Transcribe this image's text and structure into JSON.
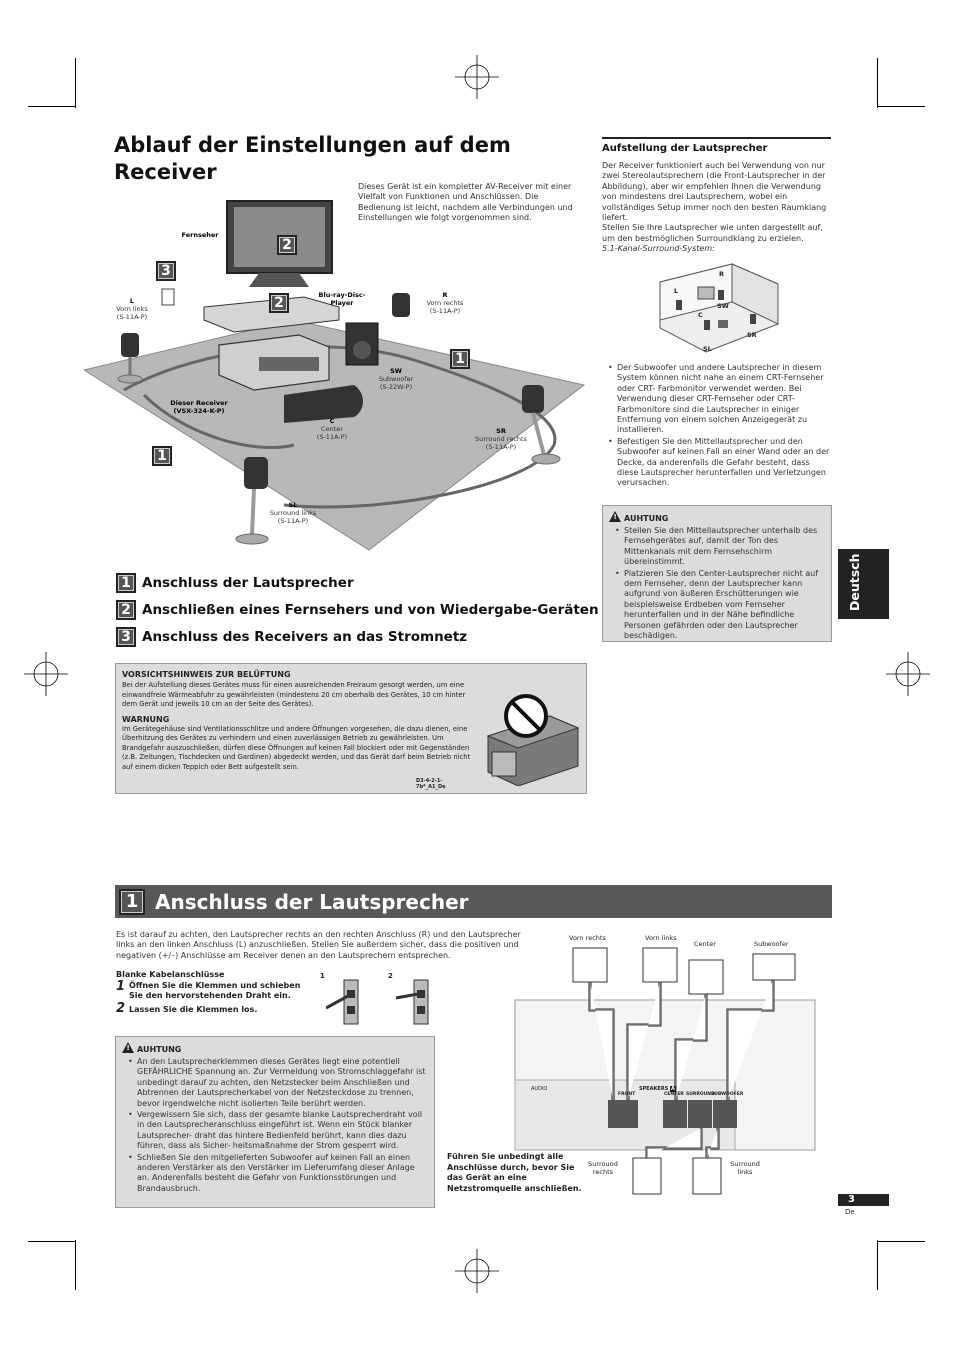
{
  "header": {
    "title_line1": "Ablauf der Einstellungen auf dem",
    "title_line2": "Receiver"
  },
  "intro": "Dieses Gerät ist ein kompletter AV-Receiver mit einer Vielfalt von Funktionen und Anschlüssen. Die Bedienung ist leicht, nachdem alle Verbindungen und Einstellungen wie folgt vorgenommen sind.",
  "diagram": {
    "badge_3": "3",
    "badge_2a": "2",
    "badge_2b": "2",
    "badge_1a": "1",
    "badge_1b": "1",
    "tv": "Fernseher",
    "bluray_line1": "Blu-ray-Disc-",
    "bluray_line2": "Player",
    "L_title": "L",
    "L_line1": "Vorn links",
    "L_line2": "(S-11A-P)",
    "R_title": "R",
    "R_line1": "Vorn rechts",
    "R_line2": "(S-11A-P)",
    "SW_title": "SW",
    "SW_line1": "Subwoofer",
    "SW_line2": "(S-22W-P)",
    "receiver_line1": "Dieser Receiver",
    "receiver_line2": "(VSX-324-K-P)",
    "C_title": "C",
    "C_line1": "Center",
    "C_line2": "(S-11A-P)",
    "SR_title": "SR",
    "SR_line1": "Surround rechts",
    "SR_line2": "(S-11A-P)",
    "SL_title": "SL",
    "SL_line1": "Surround links",
    "SL_line2": "(S-11A-P)"
  },
  "steps": [
    {
      "num": "1",
      "label": "Anschluss der Lautsprecher"
    },
    {
      "num": "2",
      "label": "Anschließen eines Fernsehers und von Wiedergabe-Geräten"
    },
    {
      "num": "3",
      "label": "Anschluss des Receivers an das Stromnetz"
    }
  ],
  "ventilation": {
    "heading": "VORSICHTSHINWEIS ZUR BELÜFTUNG",
    "text": "Bei der Aufstellung dieses Gerätes muss für einen ausreichenden Freiraum gesorgt werden, um eine einwandfreie Wärmeabfuhr zu gewährleisten (mindestens 20 cm oberhalb des Gerätes, 10 cm hinter dem Gerät und jeweils 10 cm an der Seite des Gerätes).",
    "warn_heading": "WARNUNG",
    "warn_text": "Im Gerätegehäuse sind Ventilationsschlitze und andere Öffnungen vorgesehen, die dazu dienen, eine Überhitzung des Gerätes zu verhindern und einen zuverlässigen Betrieb zu gewährleisten. Um Brandgefahr auszuschließen, dürfen diese Öffnungen auf keinen Fall blockiert oder mit Gegenständen (z.B. Zeitungen, Tischdecken und Gardinen) abgedeckt werden, und das Gerät darf beim Betrieb nicht auf einem dicken Teppich oder Bett aufgestellt sein.",
    "code": "D3-4-2-1-7b*_A1_De"
  },
  "placement": {
    "heading": "Aufstellung der Lautsprecher",
    "para1": "Der Receiver funktioniert auch bei Verwendung von nur zwei Stereolautsprechern (die Front-Lautsprecher in der Abbildung), aber wir empfehlen Ihnen die Verwendung von mindestens drei Lautsprechern, wobei ein vollständiges Setup immer noch den besten Raumklang liefert.",
    "para2": "Stellen Sie Ihre Lautsprecher wie unten dargestellt auf, um den bestmöglichen Surroundklang zu erzielen.",
    "caption": "5.1-Kanal-Surround-System:",
    "room_L": "L",
    "room_R": "R",
    "room_SW": "SW",
    "room_C": "C",
    "room_SL": "SL",
    "room_SR": "SR",
    "bullets": [
      "Der Subwoofer und andere Lautsprecher in diesem System können nicht nahe an einem CRT-Fernseher oder CRT- Farbmonitor verwendet werden. Bei Verwendung dieser CRT-Fernseher oder CRT-Farbmonitore sind die Lautsprecher in einiger Entfernung von einem solchen Anzeigegerät zu installieren.",
      "Befestigen Sie den Mittellautsprecher und den Subwoofer auf keinen Fall an einer Wand oder an der Decke, da anderenfalls die Gefahr besteht, dass diese Lautsprecher herunterfallen und Verletzungen verursachen."
    ]
  },
  "caution_right": {
    "heading": "AUHTUNG",
    "bullets": [
      "Stellen Sie den Mittellautsprecher unterhalb des Fernsehgerätes auf, damit der Ton des Mittenkanals mit dem Fernsehschirm übereinstimmt.",
      "Platzieren Sie den Center-Lautsprecher nicht auf dem Fernseher, denn der Lautsprecher kann aufgrund von äußeren Erschütterungen wie beispielsweise Erdbeben vom Fernseher herunterfallen und in der Nähe befindliche Personen gefährden oder den Lautsprecher beschädigen."
    ]
  },
  "side_tab": "Deutsch",
  "section": {
    "num": "1",
    "title": "Anschluss der Lautsprecher",
    "intro": "Es ist darauf zu achten, den Lautsprecher rechts an den rechten Anschluss (R) und den Lautsprecher links an den linken Anschluss (L) anzuschließen. Stellen Sie außerdem sicher, dass die positiven und negativen (+/–) Anschlüsse am Receiver denen an den Lautsprechern entsprechen.",
    "bare_heading": "Blanke Kabelanschlüsse",
    "step1_num": "1",
    "step1_text": "Öffnen Sie die Klemmen und schieben Sie den hervorstehenden Draht ein.",
    "step2_num": "2",
    "step2_text": "Lassen Sie die Klemmen los.",
    "fig1": "1",
    "fig2": "2"
  },
  "caution_bottom": {
    "heading": "AUHTUNG",
    "bullets": [
      "An den Lautsprecherklemmen dieses Gerätes liegt eine potentiell GEFÄHRLICHE Spannung an. Zur Vermeidung von Stromschlaggefahr ist unbedingt darauf zu achten, den Netzstecker beim Anschließen und Abtrennen der Lautsprecherkabel von der Netzsteckdose zu trennen, bevor irgendwelche nicht isolierten Teile berührt werden.",
      "Vergewissern Sie sich, dass der gesamte blanke Lautsprecherdraht voll in den Lautsprecheranschluss eingeführt ist. Wenn ein Stück blanker Lautsprecher- draht das hintere Bedienfeld berührt, kann dies dazu führen, dass als Sicher- heitsmaßnahme der Strom gesperrt wird.",
      "Schließen Sie den mitgelieferten Subwoofer auf keinen Fall an einen anderen Verstärker als den Verstärker im Lieferumfang dieser Anlage an. Anderenfalls besteht die Gefahr von Funktionsstörungen und Brandausbruch."
    ]
  },
  "wiring": {
    "front_right": "Vorn rechts",
    "front_left": "Vorn links",
    "center": "Center",
    "subwoofer": "Subwoofer",
    "surround_right_1": "Surround",
    "surround_right_2": "rechts",
    "surround_left_1": "Surround",
    "surround_left_2": "links",
    "panel_speakers": "SPEAKERS",
    "panel_speakers_A": "A",
    "panel_front": "FRONT",
    "panel_center": "CENTER",
    "panel_surround": "SURROUND",
    "panel_subwoofer": "SUBWOOFER",
    "panel_audio": "AUDIO",
    "note": "Führen Sie unbedingt alle Anschlüsse durch, bevor Sie das Gerät an eine Netzstromquelle anschließen."
  },
  "footer": {
    "page": "3",
    "lang": "De"
  }
}
